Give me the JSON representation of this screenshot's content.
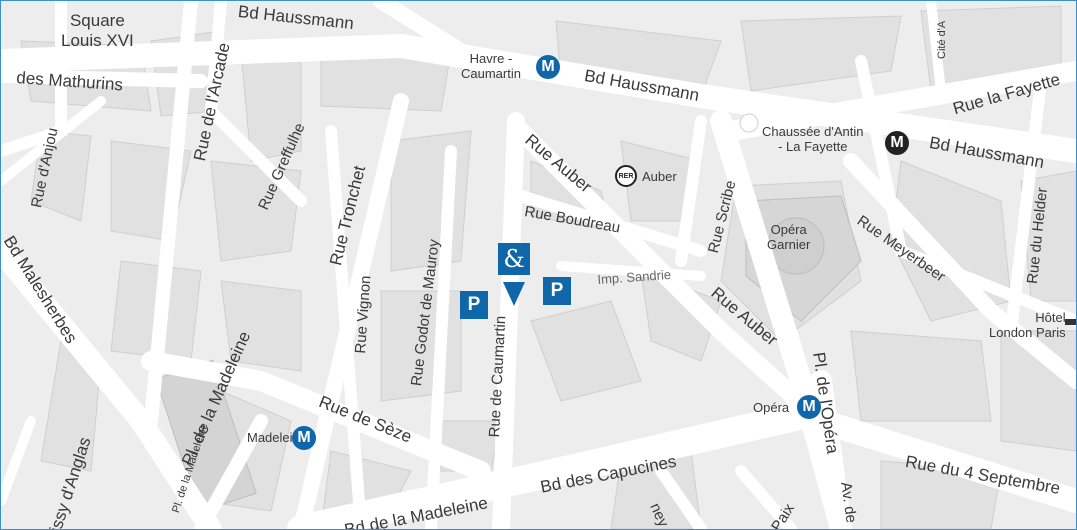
{
  "map": {
    "colors": {
      "accent": "#0f66a8",
      "border": "#3a8fc9",
      "road": "#ffffff",
      "block": "#e2e2e2",
      "ground": "#f0f0f0"
    },
    "streets": [
      {
        "id": "bd-haussmann-top",
        "text": "Bd Haussmann"
      },
      {
        "id": "bd-haussmann-mid",
        "text": "Bd Haussmann"
      },
      {
        "id": "bd-haussmann-right",
        "text": "Bd Haussmann"
      },
      {
        "id": "rue-la-fayette",
        "text": "Rue la Fayette"
      },
      {
        "id": "rue-des-mathurins",
        "text": "des Mathurins"
      },
      {
        "id": "rue-d-anjou",
        "text": "Rue d'Anjou"
      },
      {
        "id": "rue-de-l-arcade",
        "text": "Rue de l'Arcade"
      },
      {
        "id": "rue-greffulhe",
        "text": "Rue Greffulhe"
      },
      {
        "id": "rue-tronchet",
        "text": "Rue Tronchet"
      },
      {
        "id": "bd-malesherbes",
        "text": "Bd Malesherbes"
      },
      {
        "id": "rue-vignon",
        "text": "Rue Vignon"
      },
      {
        "id": "rue-godot-de-mauroy",
        "text": "Rue Godot de Mauroy"
      },
      {
        "id": "rue-de-caumartin",
        "text": "Rue de Caumartin"
      },
      {
        "id": "rue-auber-top",
        "text": "Rue Auber"
      },
      {
        "id": "rue-auber-bottom",
        "text": "Rue Auber"
      },
      {
        "id": "rue-boudreau",
        "text": "Rue Boudreau"
      },
      {
        "id": "imp-sandrie",
        "text": "Imp. Sandrie"
      },
      {
        "id": "rue-scribe",
        "text": "Rue Scribe"
      },
      {
        "id": "rue-meyerbeer",
        "text": "Rue Meyerbeer"
      },
      {
        "id": "rue-du-helder",
        "text": "Rue du Helder"
      },
      {
        "id": "pl-de-la-madeleine",
        "text": "Pl. de la Madeleine"
      },
      {
        "id": "pl-de-la-madeleine-small",
        "text": "Pl. de la Madeleine"
      },
      {
        "id": "rue-de-seze",
        "text": "Rue de Sèze"
      },
      {
        "id": "bd-des-capucines",
        "text": "Bd des Capucines"
      },
      {
        "id": "bd-de-la-madeleine",
        "text": "Bd de la Madeleine"
      },
      {
        "id": "pl-de-l-opera",
        "text": "Pl. de l'Opéra"
      },
      {
        "id": "rue-du-4-septembre",
        "text": "Rue du 4 Septembre"
      },
      {
        "id": "rue-boissy-d-anglas",
        "text": "issy d'Anglas"
      },
      {
        "id": "av-de",
        "text": "Av. de"
      },
      {
        "id": "rue-de-la-paix",
        "text": "Paix"
      },
      {
        "id": "rue-caumartin-bottom",
        "text": "ney"
      },
      {
        "id": "cite-d-antin",
        "text": "Cité d'A"
      }
    ],
    "places": {
      "square_louis_xvi": "Square\nLouis XVI",
      "havre_caumartin": "Havre -\nCaumartin",
      "chaussee_d_antin": "Chaussée d'Antin\n- La Fayette",
      "auber": "Auber",
      "opera_garnier": "Opéra\nGarnier",
      "hotel_london_paris": "Hôtel\nLondon Paris",
      "madeleine": "Madeleine",
      "opera": "Opéra"
    },
    "symbols": {
      "metro": "M",
      "rer": "RER",
      "parking": "P",
      "venue": "&"
    }
  }
}
